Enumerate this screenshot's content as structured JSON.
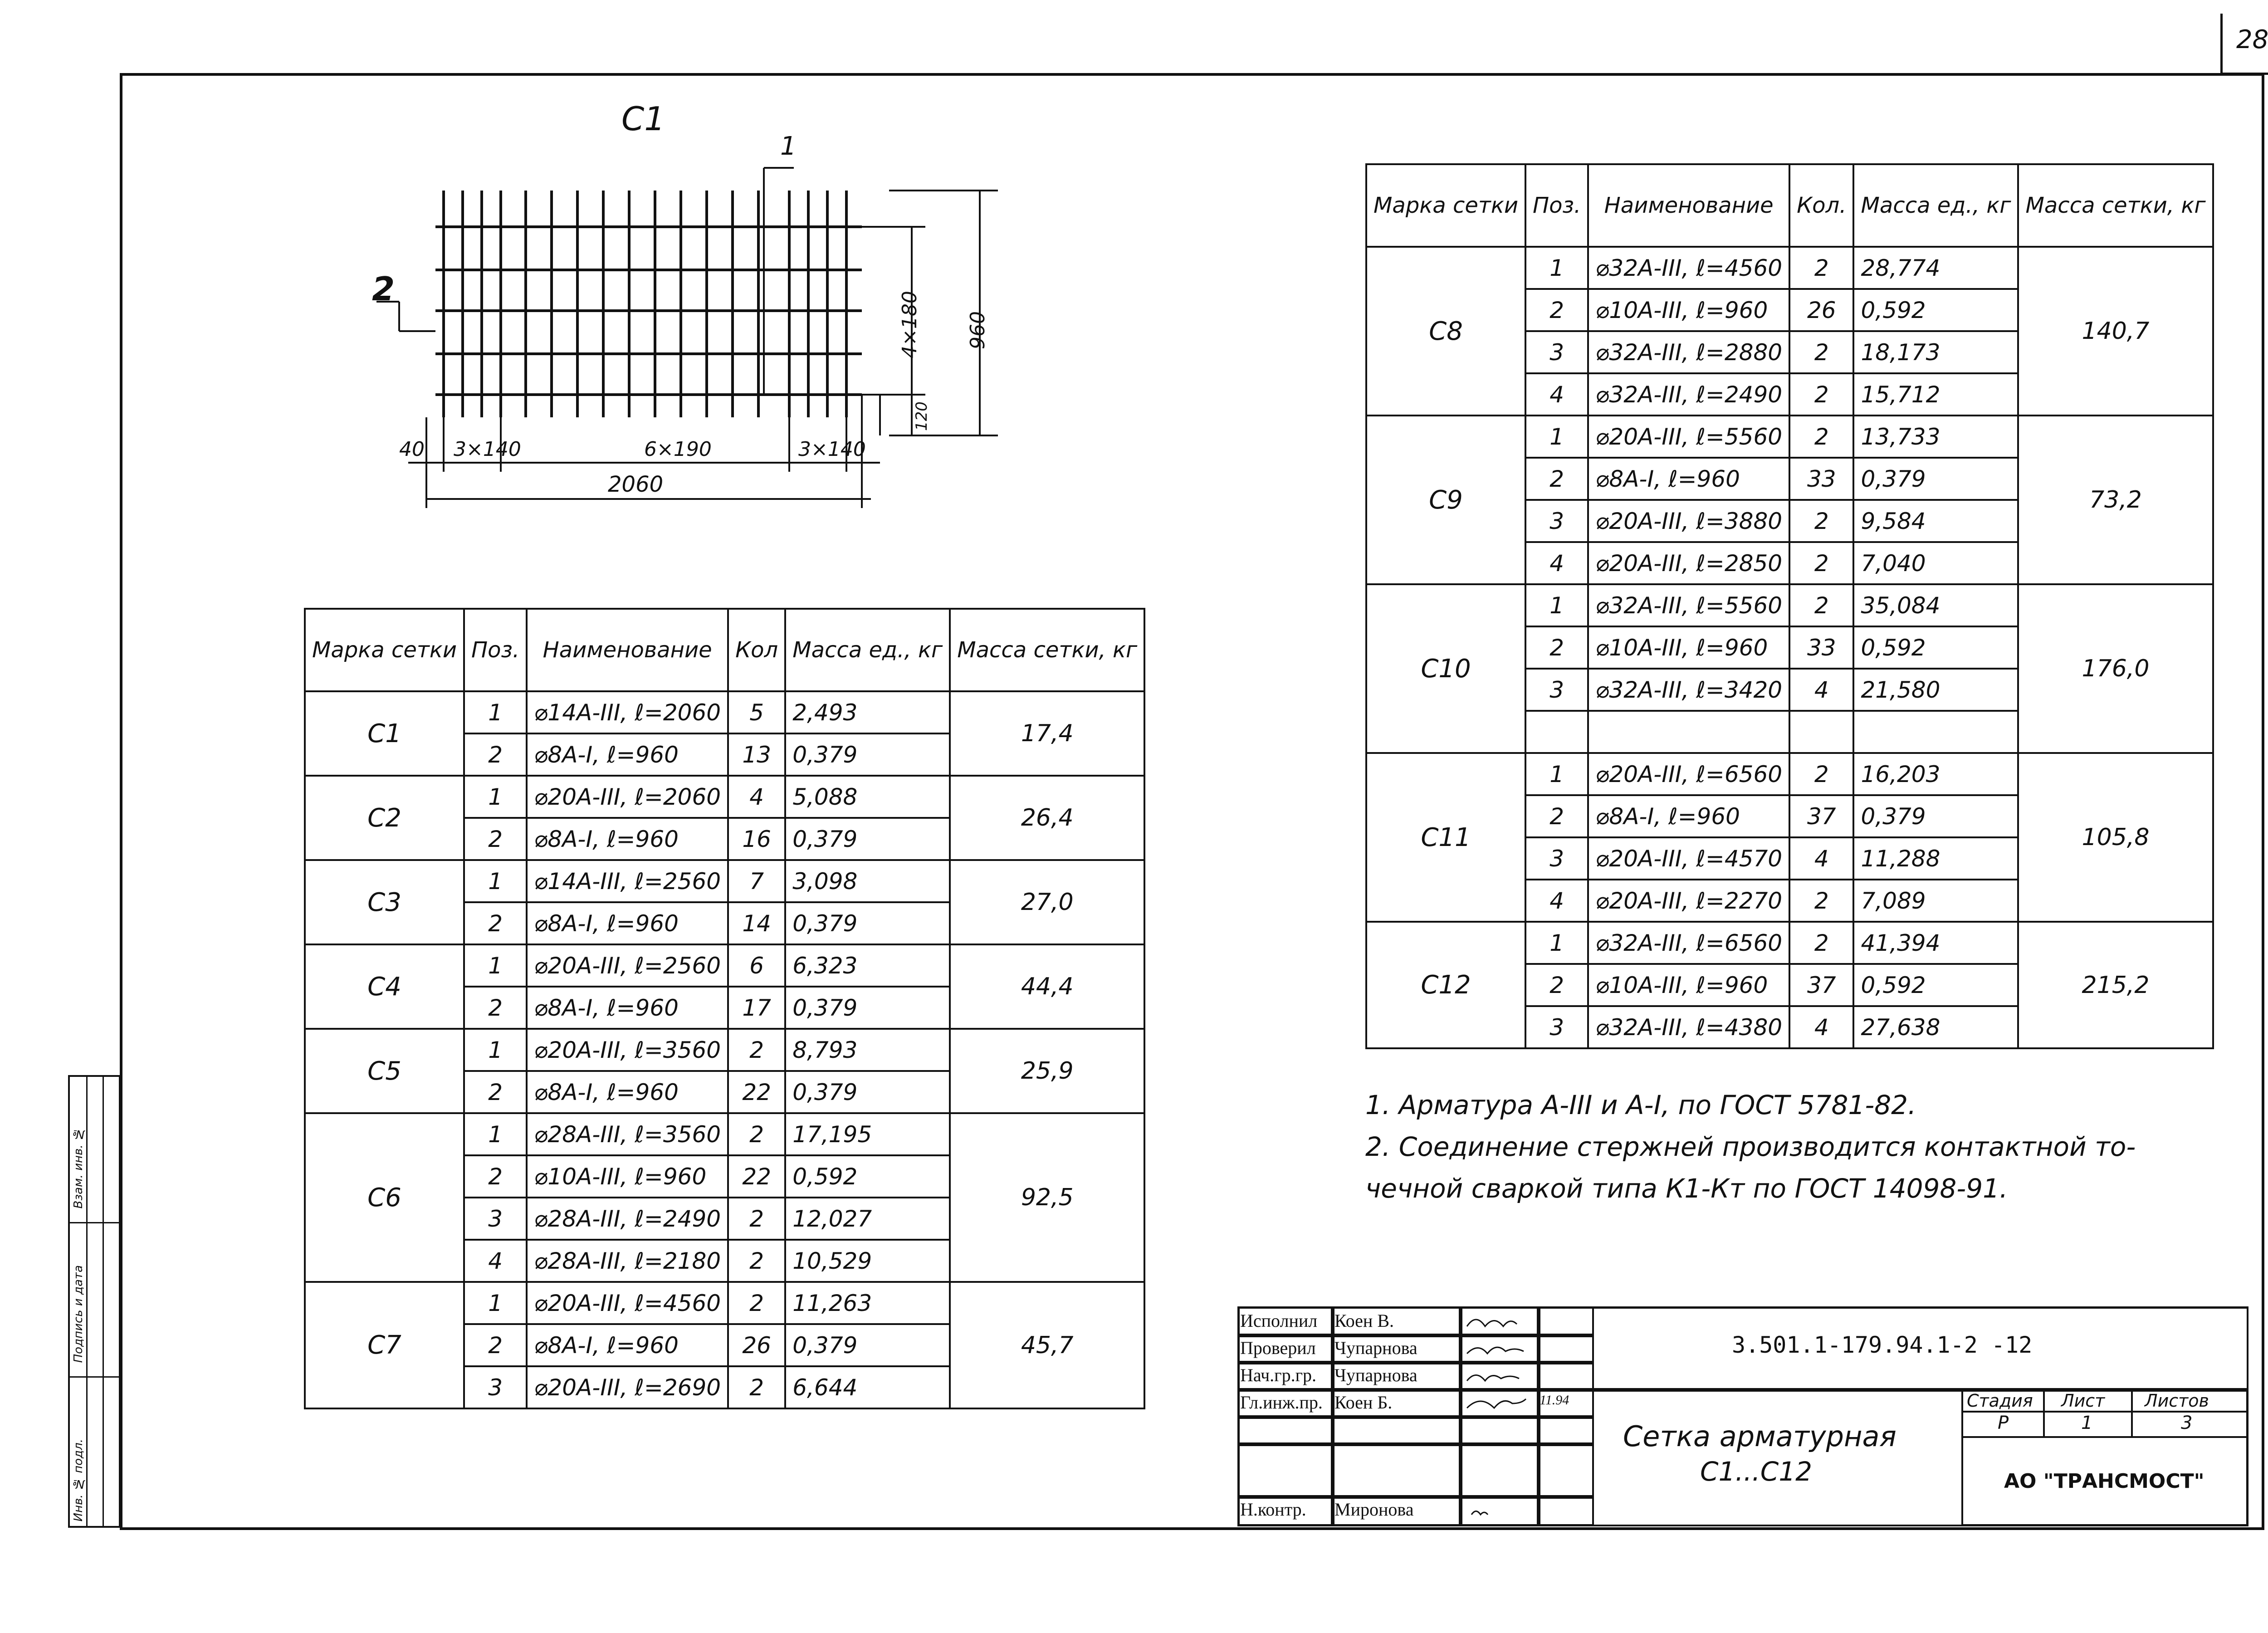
{
  "page_number": "28",
  "drawing": {
    "title": "С1",
    "callout_1": "1",
    "callout_2": "2",
    "dim_40": "40",
    "dim_left": "3×140",
    "dim_mid": "6×190",
    "dim_right": "3×140",
    "dim_total": "2060",
    "dim_vert_spacing": "4×180",
    "dim_height": "960",
    "dim_120": "120"
  },
  "table_left": {
    "headers": [
      "Марка сетки",
      "Поз.",
      "Наименование",
      "Кол",
      "Масса ед., кг",
      "Масса сетки, кг"
    ],
    "groups": [
      {
        "mark": "С1",
        "total": "17,4",
        "rows": [
          {
            "pos": "1",
            "name": "⌀14А-III,   ℓ=2060",
            "qty": "5",
            "mass": "2,493"
          },
          {
            "pos": "2",
            "name": "⌀8А-I,   ℓ=960",
            "qty": "13",
            "mass": "0,379"
          }
        ]
      },
      {
        "mark": "С2",
        "total": "26,4",
        "rows": [
          {
            "pos": "1",
            "name": "⌀20А-III,  ℓ=2060",
            "qty": "4",
            "mass": "5,088"
          },
          {
            "pos": "2",
            "name": "⌀8А-I,   ℓ=960",
            "qty": "16",
            "mass": "0,379"
          }
        ]
      },
      {
        "mark": "С3",
        "total": "27,0",
        "rows": [
          {
            "pos": "1",
            "name": "⌀14А-III,  ℓ=2560",
            "qty": "7",
            "mass": "3,098"
          },
          {
            "pos": "2",
            "name": "⌀8А-I,   ℓ=960",
            "qty": "14",
            "mass": "0,379"
          }
        ]
      },
      {
        "mark": "С4",
        "total": "44,4",
        "rows": [
          {
            "pos": "1",
            "name": "⌀20А-III,   ℓ=2560",
            "qty": "6",
            "mass": "6,323"
          },
          {
            "pos": "2",
            "name": "⌀8А-I,   ℓ=960",
            "qty": "17",
            "mass": "0,379"
          }
        ]
      },
      {
        "mark": "С5",
        "total": "25,9",
        "rows": [
          {
            "pos": "1",
            "name": "⌀20А-III,   ℓ=3560",
            "qty": "2",
            "mass": "8,793"
          },
          {
            "pos": "2",
            "name": "⌀8А-I,    ℓ=960",
            "qty": "22",
            "mass": "0,379"
          }
        ]
      },
      {
        "mark": "С6",
        "total": "92,5",
        "rows": [
          {
            "pos": "1",
            "name": "⌀28А-III,   ℓ=3560",
            "qty": "2",
            "mass": "17,195"
          },
          {
            "pos": "2",
            "name": "⌀10А-III,   ℓ=960",
            "qty": "22",
            "mass": "0,592"
          },
          {
            "pos": "3",
            "name": "⌀28А-III,   ℓ=2490",
            "qty": "2",
            "mass": "12,027"
          },
          {
            "pos": "4",
            "name": "⌀28А-III,   ℓ=2180",
            "qty": "2",
            "mass": "10,529"
          }
        ]
      },
      {
        "mark": "С7",
        "total": "45,7",
        "rows": [
          {
            "pos": "1",
            "name": "⌀20А-III,   ℓ=4560",
            "qty": "2",
            "mass": "11,263"
          },
          {
            "pos": "2",
            "name": "⌀8А-I,    ℓ=960",
            "qty": "26",
            "mass": "0,379"
          },
          {
            "pos": "3",
            "name": "⌀20А-III,   ℓ=2690",
            "qty": "2",
            "mass": "6,644"
          }
        ]
      }
    ]
  },
  "table_right": {
    "headers": [
      "Марка сетки",
      "Поз.",
      "Наименование",
      "Кол.",
      "Масса ед., кг",
      "Масса сетки, кг"
    ],
    "groups": [
      {
        "mark": "С8",
        "total": "140,7",
        "rows": [
          {
            "pos": "1",
            "name": "⌀32А-III,   ℓ=4560",
            "qty": "2",
            "mass": "28,774"
          },
          {
            "pos": "2",
            "name": "⌀10А-III,   ℓ=960",
            "qty": "26",
            "mass": "0,592"
          },
          {
            "pos": "3",
            "name": "⌀32А-III,   ℓ=2880",
            "qty": "2",
            "mass": "18,173"
          },
          {
            "pos": "4",
            "name": "⌀32А-III,   ℓ=2490",
            "qty": "2",
            "mass": "15,712"
          }
        ]
      },
      {
        "mark": "С9",
        "total": "73,2",
        "rows": [
          {
            "pos": "1",
            "name": "⌀20А-III,   ℓ=5560",
            "qty": "2",
            "mass": "13,733"
          },
          {
            "pos": "2",
            "name": "⌀8А-I,    ℓ=960",
            "qty": "33",
            "mass": "0,379"
          },
          {
            "pos": "3",
            "name": "⌀20А-III,   ℓ=3880",
            "qty": "2",
            "mass": "9,584"
          },
          {
            "pos": "4",
            "name": "⌀20А-III,   ℓ=2850",
            "qty": "2",
            "mass": "7,040"
          }
        ]
      },
      {
        "mark": "С10",
        "total": "176,0",
        "rows": [
          {
            "pos": "1",
            "name": "⌀32А-III,   ℓ=5560",
            "qty": "2",
            "mass": "35,084"
          },
          {
            "pos": "2",
            "name": "⌀10А-III,   ℓ=960",
            "qty": "33",
            "mass": "0,592"
          },
          {
            "pos": "3",
            "name": "⌀32А-III,   ℓ=3420",
            "qty": "4",
            "mass": "21,580"
          },
          {
            "pos": "",
            "name": "",
            "qty": "",
            "mass": ""
          }
        ]
      },
      {
        "mark": "С11",
        "total": "105,8",
        "rows": [
          {
            "pos": "1",
            "name": "⌀20А-III,   ℓ=6560",
            "qty": "2",
            "mass": "16,203"
          },
          {
            "pos": "2",
            "name": "⌀8А-I,    ℓ=960",
            "qty": "37",
            "mass": "0,379"
          },
          {
            "pos": "3",
            "name": "⌀20А-III,   ℓ=4570",
            "qty": "4",
            "mass": "11,288"
          },
          {
            "pos": "4",
            "name": "⌀20А-III,   ℓ=2270",
            "qty": "2",
            "mass": "7,089"
          }
        ]
      },
      {
        "mark": "С12",
        "total": "215,2",
        "rows": [
          {
            "pos": "1",
            "name": "⌀32А-III,   ℓ=6560",
            "qty": "2",
            "mass": "41,394"
          },
          {
            "pos": "2",
            "name": "⌀10А-III,   ℓ=960",
            "qty": "37",
            "mass": "0,592"
          },
          {
            "pos": "3",
            "name": "⌀32А-III,   ℓ=4380",
            "qty": "4",
            "mass": "27,638"
          }
        ]
      }
    ]
  },
  "notes": [
    "1. Арматура А-III и А-I, по ГОСТ 5781-82.",
    "2. Соединение стержней производится контактной то-",
    "чечной сваркой типа К1-Кт по ГОСТ 14098-91."
  ],
  "stamp": {
    "roles": [
      "Исполнил",
      "Проверил",
      "Нач.гр.гр.",
      "Гл.инж.пр.",
      "",
      "Н.контр."
    ],
    "names": [
      "Коен В.",
      "Чупарнова",
      "Чупарнова",
      "Коен Б.",
      "",
      "Миронова"
    ],
    "date": "11.94",
    "code": "3.501.1-179.94.1-2 -12",
    "title_line1": "Сетка арматурная",
    "title_line2": "С1...С12",
    "stage_label": "Стадия",
    "sheet_label": "Лист",
    "sheets_label": "Листов",
    "stage": "Р",
    "sheet": "1",
    "sheets": "3",
    "org": "АО \"ТРАНСМОСТ\""
  },
  "side_strip": [
    "Инв. № подл.",
    "Подпись и дата",
    "Взам. инв. №"
  ]
}
